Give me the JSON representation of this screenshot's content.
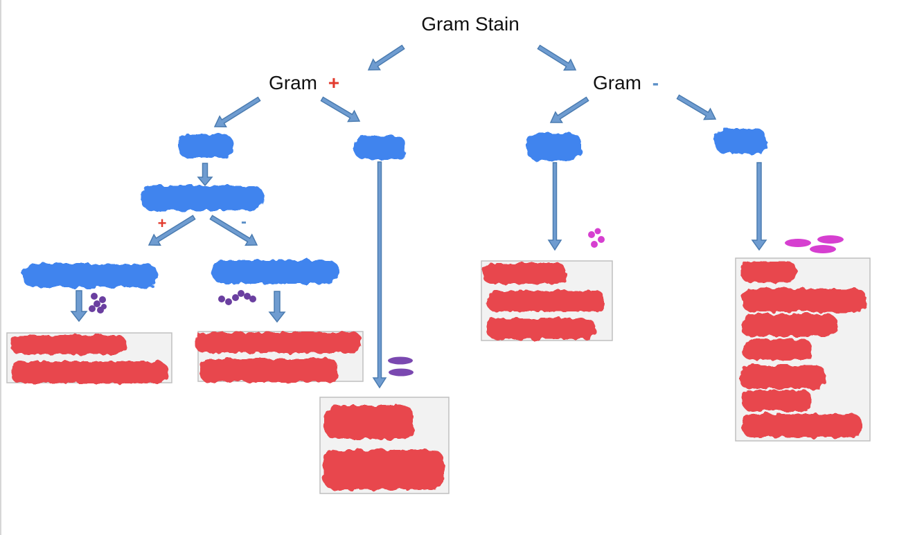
{
  "diagram": {
    "title": "Gram Stain",
    "gram_positive": {
      "label": "Gram",
      "sign": "+"
    },
    "gram_negative": {
      "label": "Gram",
      "sign": "-"
    },
    "catalase_positive_sign": "+",
    "catalase_negative_sign": "-"
  },
  "colors": {
    "arrow_fill": "#6f9cd0",
    "arrow_stroke": "#4a7bb0",
    "redacted_blue": "#3f84ee",
    "redacted_red": "#e8474e",
    "panel_fill": "#f2f2f2",
    "panel_border": "#bfbfbf",
    "sign_positive": "#e23b2e",
    "sign_negative": "#5b8fc7",
    "cocci_purple": "#6a3fa0",
    "bacilli_purple": "#7a48b0",
    "gram_negative_pink": "#d63fd0"
  }
}
